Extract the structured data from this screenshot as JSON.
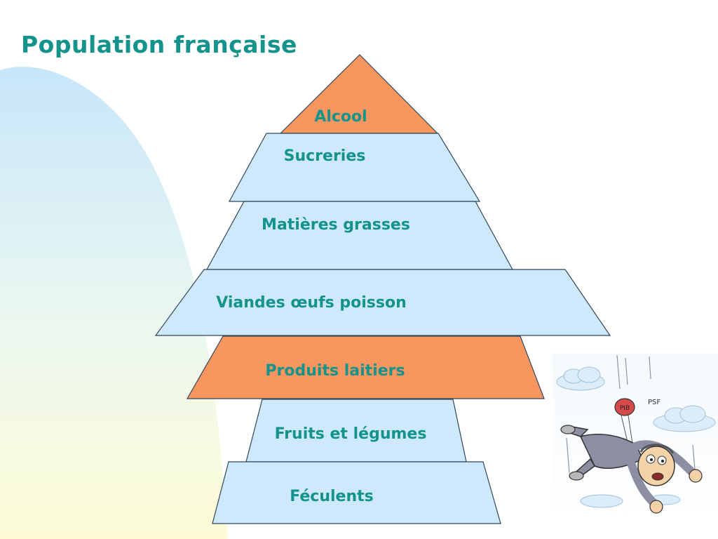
{
  "slide": {
    "title": "Population française"
  },
  "pyramid": {
    "tiers": [
      {
        "label": "Alcool",
        "color": "#f7965f"
      },
      {
        "label": "Sucreries",
        "color": "#cde9fb"
      },
      {
        "label": "Matières grasses",
        "color": "#cde9fb"
      },
      {
        "label": "Viandes œufs poisson",
        "color": "#cde9fb"
      },
      {
        "label": "Produits laitiers",
        "color": "#f7965f"
      },
      {
        "label": "Fruits et légumes",
        "color": "#cde9fb"
      },
      {
        "label": "Féculents",
        "color": "#cde9fb"
      }
    ]
  },
  "illustration": {
    "icon": "falling-man-parachute-cartoon",
    "sound_effect": "PSF",
    "pack_text": "PIB"
  }
}
